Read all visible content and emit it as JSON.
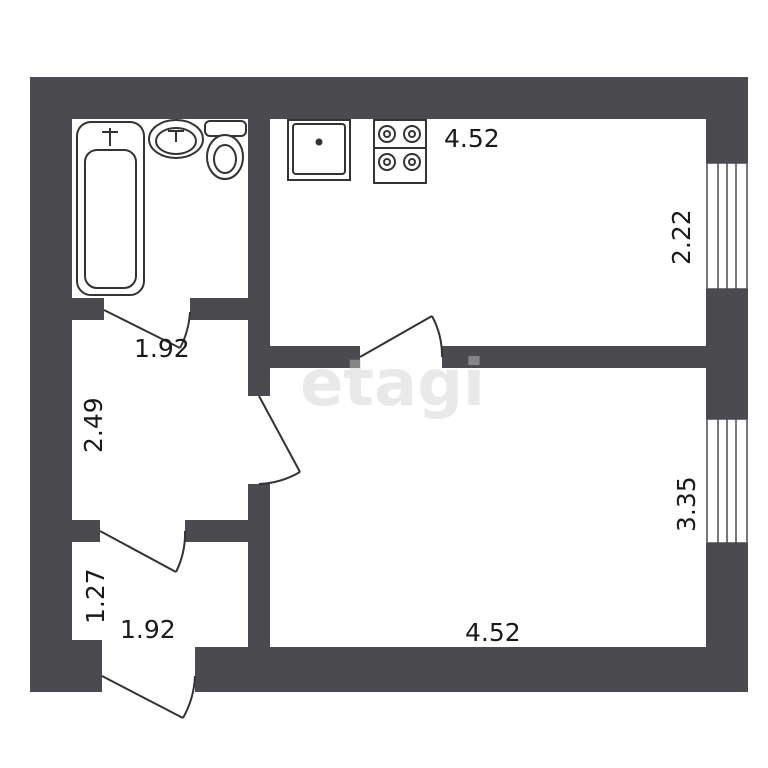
{
  "watermark": "etagi",
  "colors": {
    "wall": "#4a4a4f",
    "background": "#ffffff",
    "fixture": "#333333"
  },
  "dimensions": {
    "kitchen_length": "4.52",
    "kitchen_width": "2.22",
    "bathroom_width": "1.92",
    "hall_length": "2.49",
    "entry_length": "1.27",
    "entry_width": "1.92",
    "room_length": "4.52",
    "room_width": "3.35"
  },
  "fixtures": [
    "bathtub-icon",
    "sink-icon",
    "toilet-icon",
    "kitchen-sink-icon",
    "stove-icon",
    "window-icon",
    "door-icon"
  ]
}
